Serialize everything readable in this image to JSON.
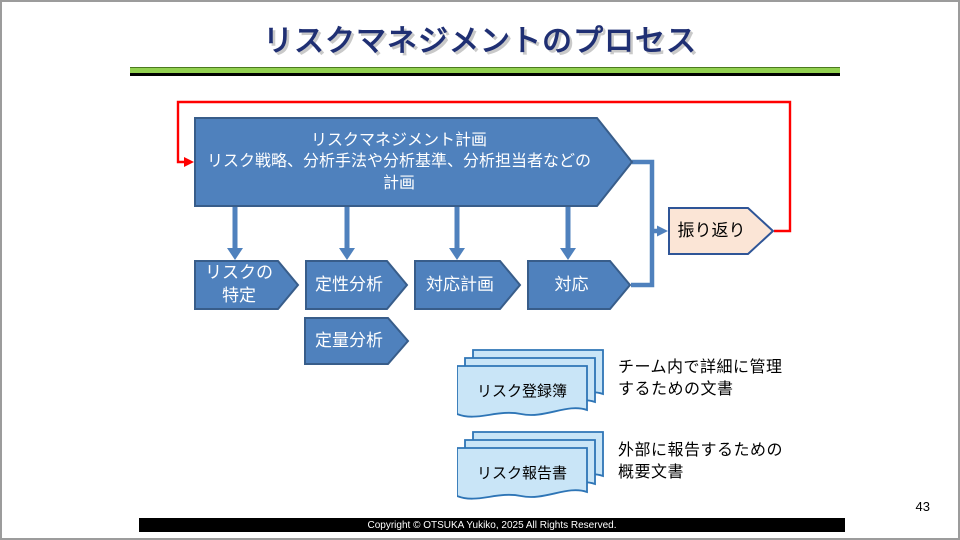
{
  "slide": {
    "title": "リスクマネジメントのプロセス",
    "page_number": "43",
    "footer": "Copyright © OTSUKA Yukiko, 2025 All Rights Reserved."
  },
  "flowchart": {
    "plan_label": "リスクマネジメント計画\nリスク戦略、分析手法や分析基準、分析担当者などの\n計画",
    "steps": [
      {
        "label": "リスクの\n特定"
      },
      {
        "label": "定性分析"
      },
      {
        "label": "対応計画"
      },
      {
        "label": "対応"
      }
    ],
    "quantitative_label": "定量分析",
    "review_label": "振り返り"
  },
  "documents": [
    {
      "label": "リスク登録簿",
      "description": "チーム内で詳細に管理\nするための文書"
    },
    {
      "label": "リスク報告書",
      "description": "外部に報告するための\n概要文書"
    }
  ],
  "colors": {
    "title": "#1f2f73",
    "rule_green": "#92d050",
    "shape_fill": "#4f81bd",
    "shape_stroke": "#385d8a",
    "review_fill": "#fbe5d6",
    "review_stroke": "#2f5597",
    "document_fill": "#c9e5f7",
    "document_stroke": "#2e75b6",
    "feedback_red": "#ff0000"
  }
}
